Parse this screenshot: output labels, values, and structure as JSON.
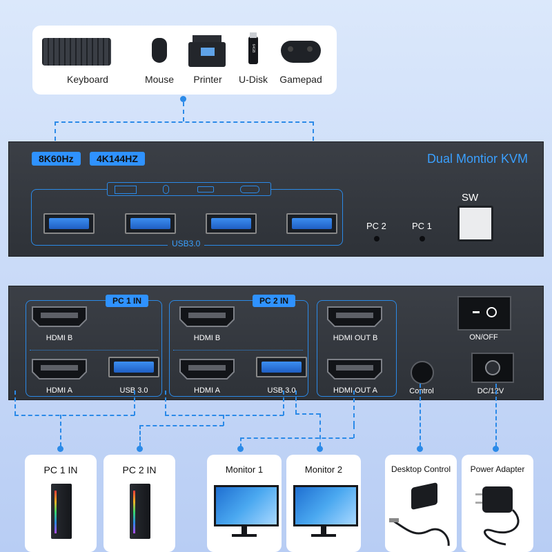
{
  "peripherals": {
    "keyboard": "Keyboard",
    "mouse": "Mouse",
    "printer": "Printer",
    "udisk": "U-Disk",
    "gamepad": "Gamepad",
    "udisk_print": "64GB"
  },
  "front": {
    "badge1": "8K60Hz",
    "badge2": "4K144HZ",
    "title": "Dual Montior KVM",
    "usb_label": "USB3.0",
    "pc2": "PC 2",
    "pc1": "PC 1",
    "sw": "SW"
  },
  "rear": {
    "pc1_in": "PC 1 IN",
    "pc2_in": "PC 2 IN",
    "hdmi_b": "HDMI B",
    "hdmi_a": "HDMI A",
    "usb30": "USB 3.0",
    "hdmi_out_b": "HDMI OUT B",
    "hdmi_out_a": "HDMI OUT A",
    "control": "Control",
    "onoff": "ON/OFF",
    "dc": "DC/12V"
  },
  "bottom": {
    "pc1": "PC 1 IN",
    "pc2": "PC 2 IN",
    "monitor1": "Monitor 1",
    "monitor2": "Monitor 2",
    "desktop_control": "Desktop Control",
    "power_adapter": "Power Adapter"
  },
  "colors": {
    "accent": "#2b8ae8",
    "panel": "#33373d",
    "badge": "#2f92ff"
  }
}
